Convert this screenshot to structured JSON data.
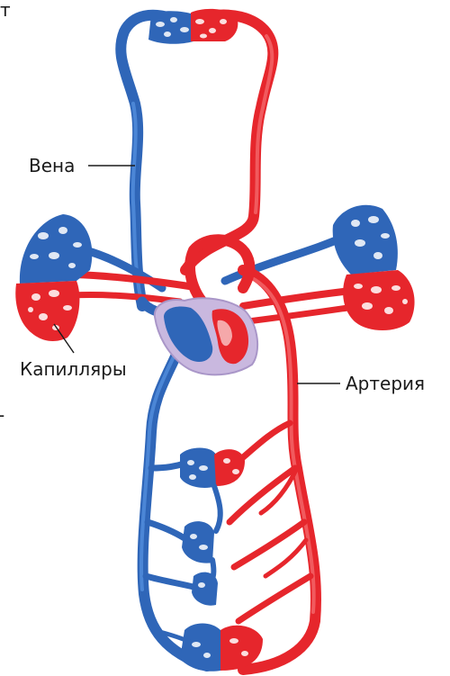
{
  "labels": {
    "vein": "Вена",
    "capillaries": "Капилляры",
    "artery": "Артерия"
  },
  "fragments": {
    "top_left": "т",
    "left_mark": "-"
  },
  "colors": {
    "vein": "#2f66b8",
    "artery": "#e6262c",
    "heart_outline": "#c9b8df"
  }
}
